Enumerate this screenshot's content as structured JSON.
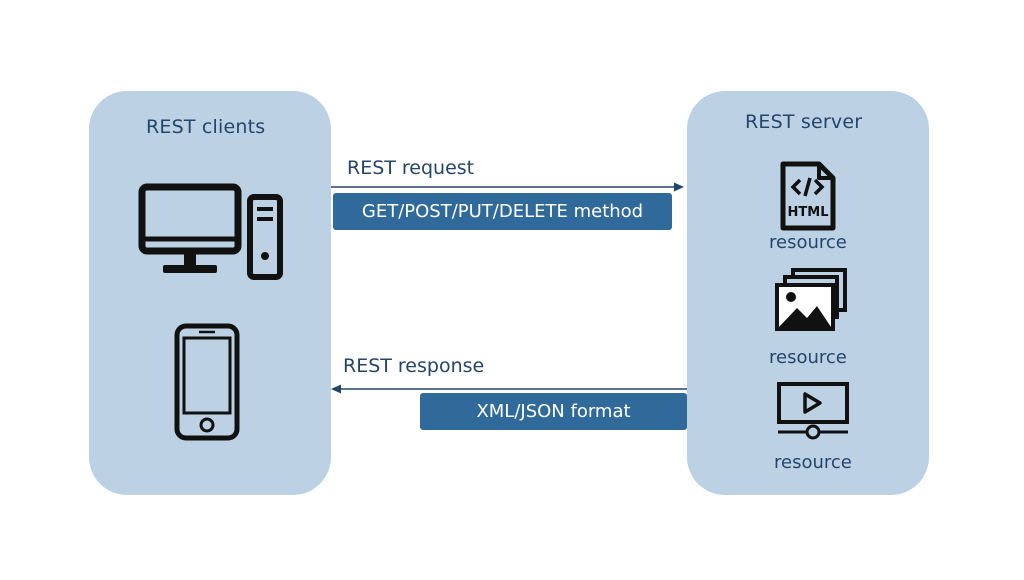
{
  "clients": {
    "title": "REST clients",
    "icons": [
      "desktop-computer-icon",
      "smartphone-icon"
    ]
  },
  "server": {
    "title": "REST server",
    "resources": [
      {
        "icon": "html-file-icon",
        "label": "resource"
      },
      {
        "icon": "image-gallery-icon",
        "label": "resource"
      },
      {
        "icon": "video-player-icon",
        "label": "resource"
      }
    ]
  },
  "request": {
    "label": "REST request",
    "method": "GET/POST/PUT/DELETE method"
  },
  "response": {
    "label": "REST response",
    "format": "XML/JSON format"
  },
  "colors": {
    "panel": "#bcd1e4",
    "pill": "#2f6a9b",
    "text": "#24456a",
    "arrow": "#24456a",
    "icon": "#111111"
  }
}
